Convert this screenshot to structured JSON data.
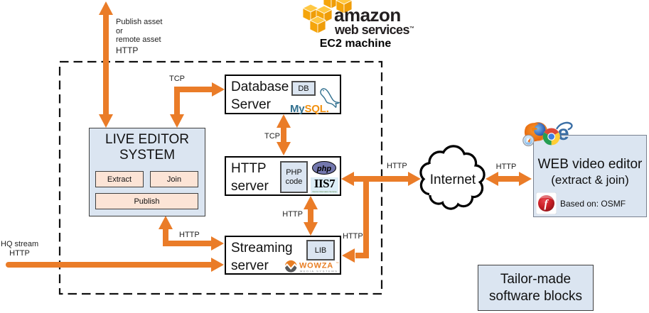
{
  "aws": {
    "brand": "amazon",
    "brand_sub": "web services",
    "trademark": "™",
    "machine_label": "EC2 machine"
  },
  "edge_labels": {
    "publish_line1": "Publish asset",
    "publish_line2": "or",
    "publish_line3": "remote asset",
    "publish_http": "HTTP",
    "tcp_editor_db": "TCP",
    "tcp_db_http": "TCP",
    "http_http_streaming": "HTTP",
    "http_editor_streaming": "HTTP",
    "http_right_branch": "HTTP",
    "http_server_internet": "HTTP",
    "http_internet_editor": "HTTP",
    "hq_stream_line1": "HQ stream",
    "hq_stream_line2": "HTTP"
  },
  "live_editor": {
    "title": "LIVE EDITOR SYSTEM",
    "extract": "Extract",
    "join": "Join",
    "publish": "Publish"
  },
  "database_server": {
    "title": "Database Server",
    "chip": "DB",
    "mysql_my": "My",
    "mysql_sql": "SQL",
    "mysql_dot": "."
  },
  "http_server": {
    "title": "HTTP server",
    "chip": "PHP code",
    "php_logo": "php",
    "iis_logo": "IIS7",
    "iis_sub": "Internet Information Services"
  },
  "streaming_server": {
    "title": "Streaming server",
    "chip": "LIB",
    "wowza": "WOWZA",
    "wowza_tm": "™",
    "wowza_sub": "MEDIA SYSTEMS"
  },
  "internet_cloud": {
    "label": "Internet"
  },
  "web_video_editor": {
    "title": "WEB video editor",
    "subtitle": "(extract & join)",
    "based_on": "Based on: OSMF",
    "flash_letter": "f"
  },
  "browser_icons": {
    "ie_letter": "e"
  },
  "tailor_box": {
    "line1": "Tailor-made",
    "line2": "software blocks"
  },
  "colors": {
    "arrow": "#EA7C28",
    "panel_blue": "#DBE5F1",
    "chip_peach": "#FCE4D6",
    "dashed_border": "#111111",
    "mysql_blue": "#31708F",
    "mysql_orange": "#F29111",
    "php_purple": "#7377AD",
    "wowza_orange": "#E87E24"
  }
}
